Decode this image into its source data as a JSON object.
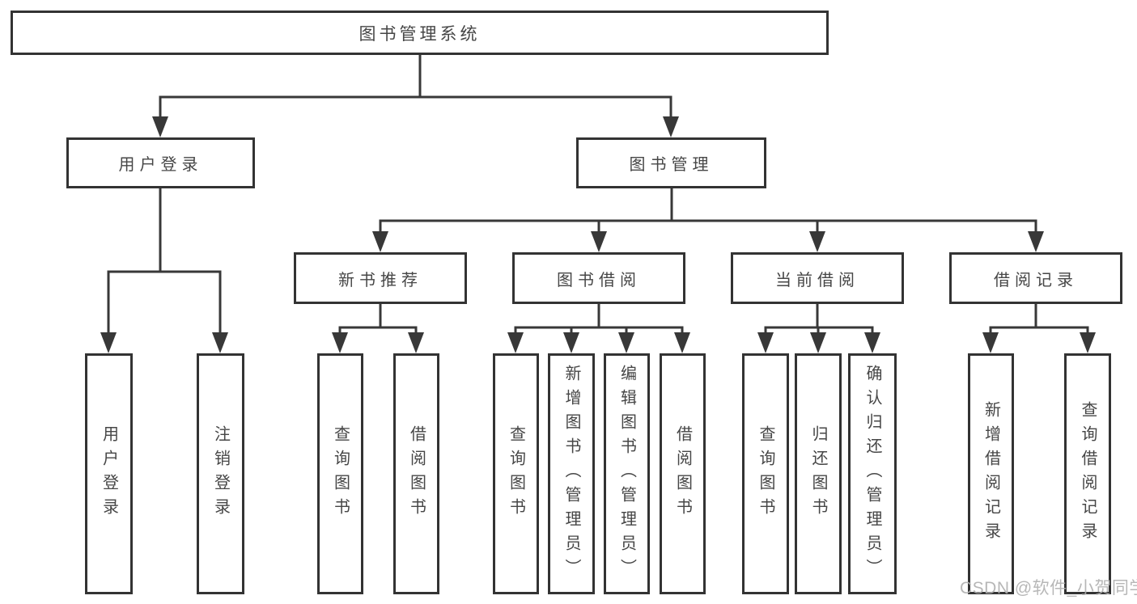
{
  "tree": {
    "label": "图书管理系统",
    "children": [
      {
        "label": "用户登录",
        "children": [
          {
            "label": "用户登录"
          },
          {
            "label": "注销登录"
          }
        ]
      },
      {
        "label": "图书管理",
        "children": [
          {
            "label": "新书推荐",
            "children": [
              {
                "label": "查询图书"
              },
              {
                "label": "借阅图书"
              }
            ]
          },
          {
            "label": "图书借阅",
            "children": [
              {
                "label": "查询图书"
              },
              {
                "label": "新增图书（管理员）"
              },
              {
                "label": "编辑图书（管理员）"
              },
              {
                "label": "借阅图书"
              }
            ]
          },
          {
            "label": "当前借阅",
            "children": [
              {
                "label": "查询图书"
              },
              {
                "label": "归还图书"
              },
              {
                "label": "确认归还（管理员）"
              }
            ]
          },
          {
            "label": "借阅记录",
            "children": [
              {
                "label": "新增借阅记录"
              },
              {
                "label": "查询借阅记录"
              }
            ]
          }
        ]
      }
    ]
  },
  "watermark": {
    "text": "CSDN @软件_小贺同学"
  },
  "colors": {
    "line": "#383838",
    "box_border": "#333333",
    "text": "#464646",
    "watermark": "#b0b0b0",
    "background": "#ffffff"
  }
}
